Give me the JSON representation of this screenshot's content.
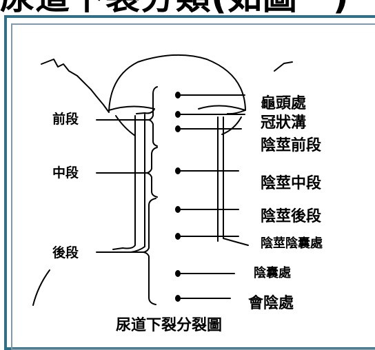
{
  "header": {
    "title": "尿道下裂分類(如圖一)"
  },
  "diagram": {
    "segments": [
      "前段",
      "中段",
      "後段"
    ],
    "locations": [
      "龜頭處",
      "冠狀溝",
      "陰莖前段",
      "陰莖中段",
      "陰莖後段",
      "陰莖陰囊處",
      "陰囊處",
      "會陰處"
    ],
    "caption": "尿道下裂分裂圖"
  }
}
